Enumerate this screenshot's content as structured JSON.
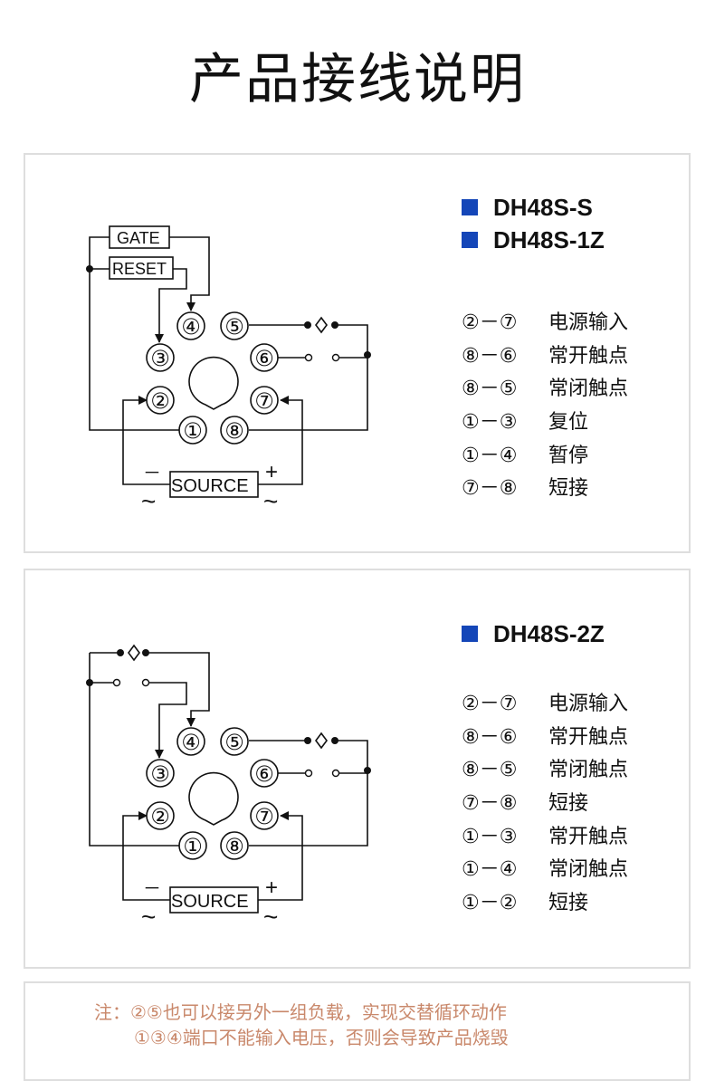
{
  "title": "产品接线说明",
  "panel1": {
    "models": [
      "DH48S-S",
      "DH48S-1Z"
    ],
    "legend": [
      {
        "pins": "②－⑦",
        "desc": "电源输入"
      },
      {
        "pins": "⑧－⑥",
        "desc": "常开触点"
      },
      {
        "pins": "⑧－⑤",
        "desc": "常闭触点"
      },
      {
        "pins": "①－③",
        "desc": "复位"
      },
      {
        "pins": "①－④",
        "desc": "暂停"
      },
      {
        "pins": "⑦－⑧",
        "desc": "短接"
      }
    ],
    "diagram": {
      "pins": [
        "①",
        "②",
        "③",
        "④",
        "⑤",
        "⑥",
        "⑦",
        "⑧"
      ],
      "gate_label": "GATE",
      "reset_label": "RESET",
      "source_label": "SOURCE",
      "minus": "－",
      "plus": "+",
      "ac": "~"
    }
  },
  "panel2": {
    "models": [
      "DH48S-2Z"
    ],
    "legend": [
      {
        "pins": "②－⑦",
        "desc": "电源输入"
      },
      {
        "pins": "⑧－⑥",
        "desc": "常开触点"
      },
      {
        "pins": "⑧－⑤",
        "desc": "常闭触点"
      },
      {
        "pins": "⑦－⑧",
        "desc": "短接"
      },
      {
        "pins": "①－③",
        "desc": "常开触点"
      },
      {
        "pins": "①－④",
        "desc": "常闭触点"
      },
      {
        "pins": "①－②",
        "desc": "短接"
      }
    ],
    "diagram": {
      "pins": [
        "①",
        "②",
        "③",
        "④",
        "⑤",
        "⑥",
        "⑦",
        "⑧"
      ],
      "source_label": "SOURCE",
      "minus": "－",
      "plus": "+",
      "ac": "~"
    }
  },
  "note": {
    "line1": "注：②⑤也可以接另外一组负载，实现交替循环动作",
    "line2": "①③④端口不能输入电压，否则会导致产品烧毁"
  },
  "colors": {
    "accent": "#1446b8",
    "note_text": "#c9886b",
    "border": "#dedede"
  }
}
